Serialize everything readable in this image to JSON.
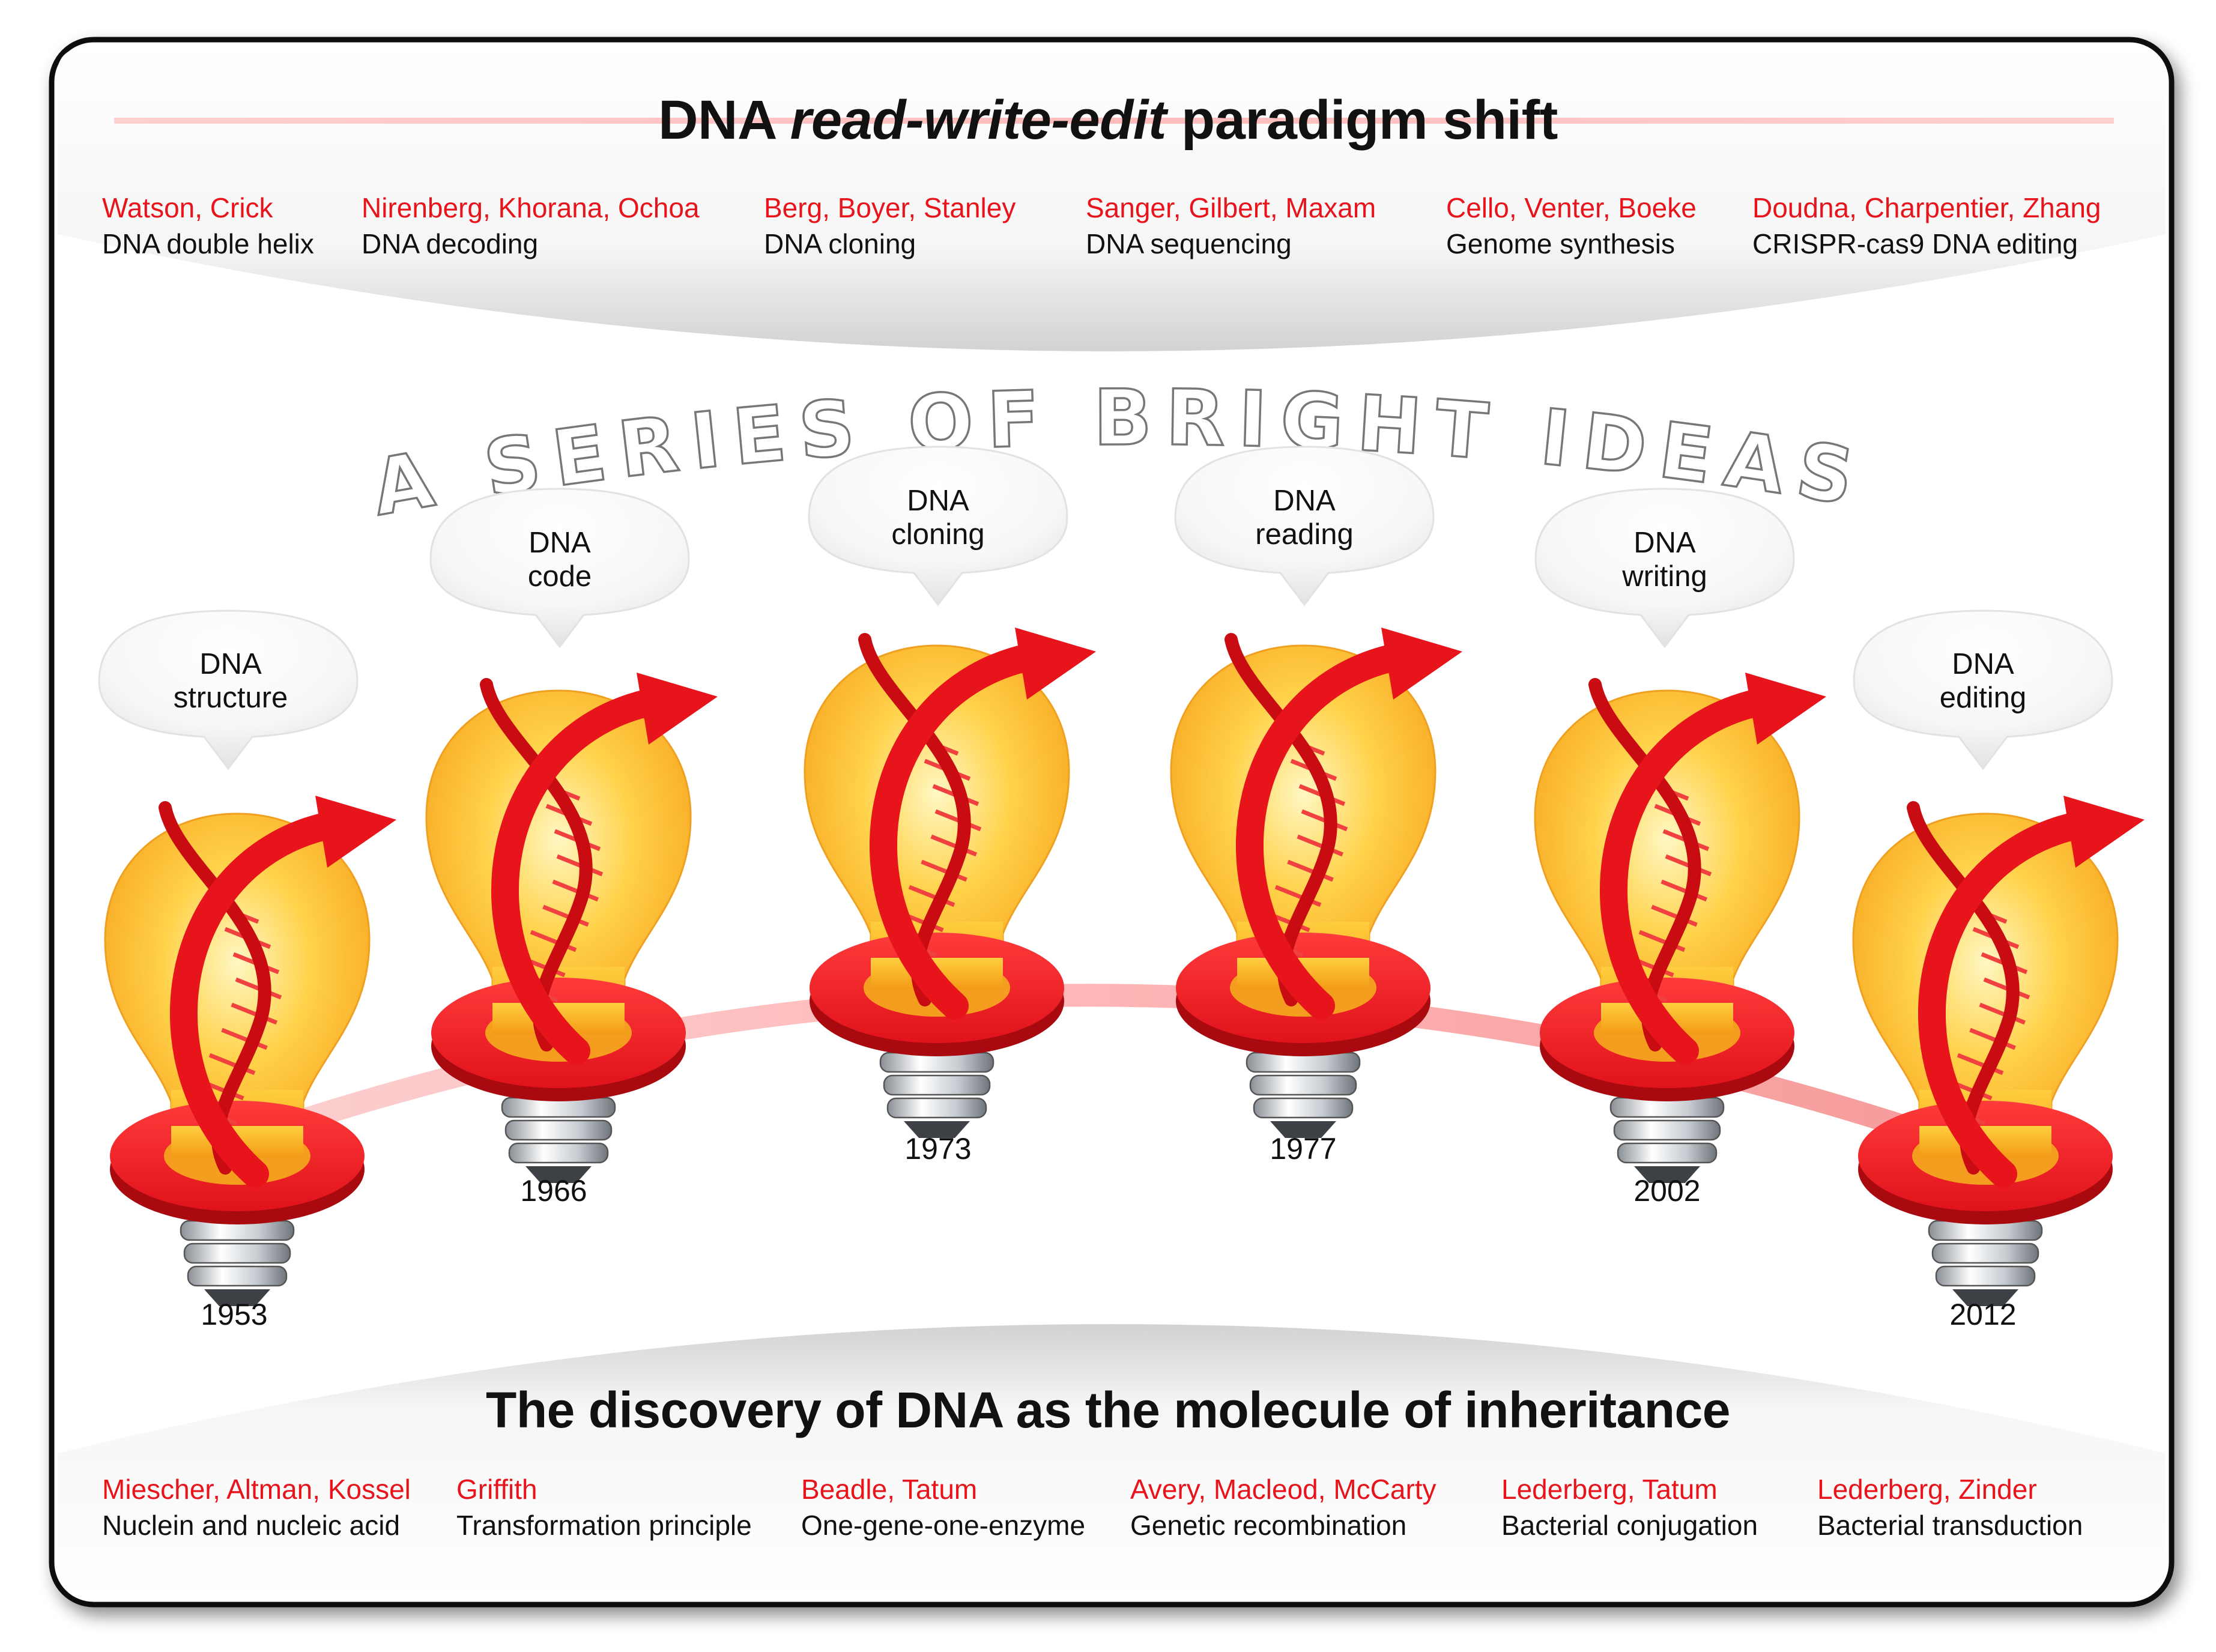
{
  "title": {
    "prefix": "DNA",
    "italic": "read-write-edit",
    "suffix": "paradigm shift"
  },
  "top_discoveries": [
    {
      "scientists": "Watson, Crick",
      "discovery": "DNA double helix"
    },
    {
      "scientists": "Nirenberg, Khorana, Ochoa",
      "discovery": "DNA decoding"
    },
    {
      "scientists": "Berg, Boyer, Stanley",
      "discovery": "DNA cloning"
    },
    {
      "scientists": "Sanger, Gilbert, Maxam",
      "discovery": "DNA sequencing"
    },
    {
      "scientists": "Cello, Venter, Boeke",
      "discovery": "Genome synthesis"
    },
    {
      "scientists": "Doudna, Charpentier, Zhang",
      "discovery": "CRISPR-cas9 DNA editing"
    }
  ],
  "arc_text": "A SERIES OF BRIGHT IDEAS",
  "bulbs": [
    {
      "label_line1": "DNA",
      "label_line2": "structure",
      "year": "1953"
    },
    {
      "label_line1": "DNA",
      "label_line2": "code",
      "year": "1966"
    },
    {
      "label_line1": "DNA",
      "label_line2": "cloning",
      "year": "1973"
    },
    {
      "label_line1": "DNA",
      "label_line2": "reading",
      "year": "1977"
    },
    {
      "label_line1": "DNA",
      "label_line2": "writing",
      "year": "2002"
    },
    {
      "label_line1": "DNA",
      "label_line2": "editing",
      "year": "2012"
    }
  ],
  "bottom_title": "The discovery of DNA  as the molecule of inheritance",
  "bottom_discoveries": [
    {
      "scientists": "Miescher, Altman, Kossel",
      "discovery": "Nuclein and nucleic acid"
    },
    {
      "scientists": "Griffith",
      "discovery": "Transformation principle"
    },
    {
      "scientists": "Beadle, Tatum",
      "discovery": "One-gene-one-enzyme"
    },
    {
      "scientists": "Avery, Macleod, McCarty",
      "discovery": "Genetic recombination"
    },
    {
      "scientists": "Lederberg, Tatum",
      "discovery": "Bacterial conjugation"
    },
    {
      "scientists": "Lederberg, Zinder",
      "discovery": "Bacterial transduction"
    }
  ],
  "colors": {
    "accent_red": "#e8141c",
    "bulb_yellow": "#ffc83a",
    "frame": "#111111"
  }
}
